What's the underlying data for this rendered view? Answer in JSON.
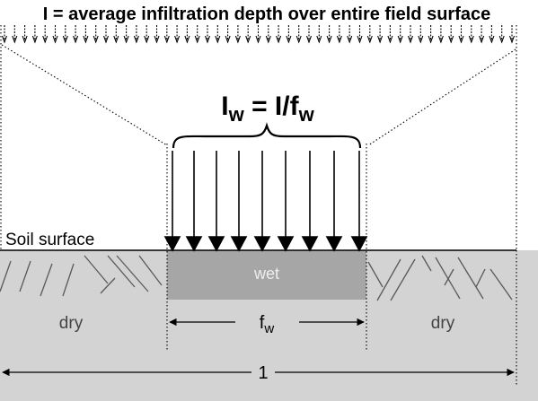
{
  "top_label": "I = average infiltration depth over entire field surface",
  "formula": {
    "lhs": "I",
    "lhs_sub": "w",
    "middle": " = I/f",
    "rhs_sub": "w"
  },
  "soil_surface_label": "Soil surface",
  "wet_label": "wet",
  "dry_left_label": "dry",
  "dry_right_label": "dry",
  "fw_label": {
    "main": "f",
    "sub": "w"
  },
  "width_label": "1",
  "colors": {
    "soil": "#d3d3d3",
    "wet": "#a6a6a6",
    "hatch": "#595959",
    "ink": "#000000"
  }
}
